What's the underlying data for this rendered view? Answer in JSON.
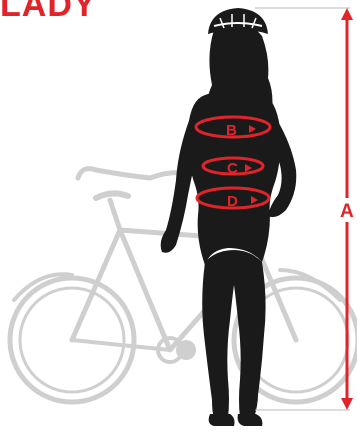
{
  "heading": "LADY",
  "labels": {
    "a": "A",
    "b": "B",
    "c": "C",
    "d": "D"
  },
  "icons": {
    "figure": "woman-silhouette",
    "helmet": "bike-helmet",
    "bicycle": "bicycle-outline"
  },
  "colors": {
    "accent": "#e0242a",
    "figure": "#1a1a1a",
    "bike": "#cfcfcf",
    "text_on_figure": "#e0242a"
  }
}
